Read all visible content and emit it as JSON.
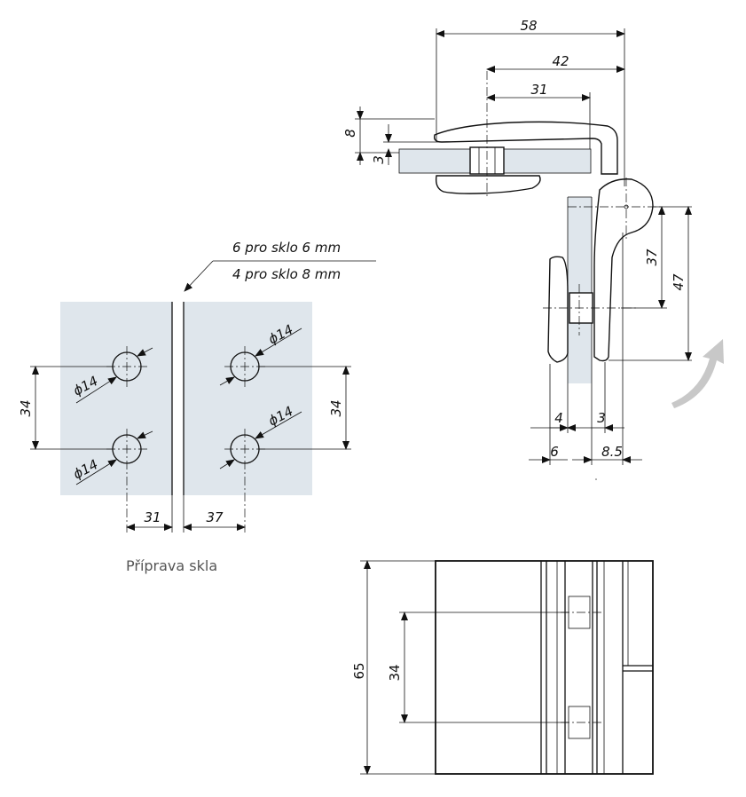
{
  "top_view": {
    "dim_58": "58",
    "dim_42": "42",
    "dim_31": "31",
    "dim_8": "8",
    "dim_3_left": "3",
    "dim_37": "37",
    "dim_47": "47",
    "dim_4": "4",
    "dim_3_bottom": "3",
    "dim_6": "6",
    "dim_8_5": "8.5"
  },
  "glass_prep": {
    "note_line1": "6 pro sklo 6 mm",
    "note_line2": "4 pro sklo 8 mm",
    "hole_labels": [
      "ϕ14",
      "ϕ14",
      "ϕ14",
      "ϕ14"
    ],
    "dim_34_left": "34",
    "dim_34_right": "34",
    "dim_31": "31",
    "dim_37": "37",
    "caption": "Příprava skla"
  },
  "front_view": {
    "dim_65": "65",
    "dim_34": "34"
  },
  "colors": {
    "glass": "#dfe6ec",
    "arrow": "#c8c8c8",
    "line": "#111111"
  },
  "icons": {
    "rotation": "curved-arrow-icon"
  }
}
